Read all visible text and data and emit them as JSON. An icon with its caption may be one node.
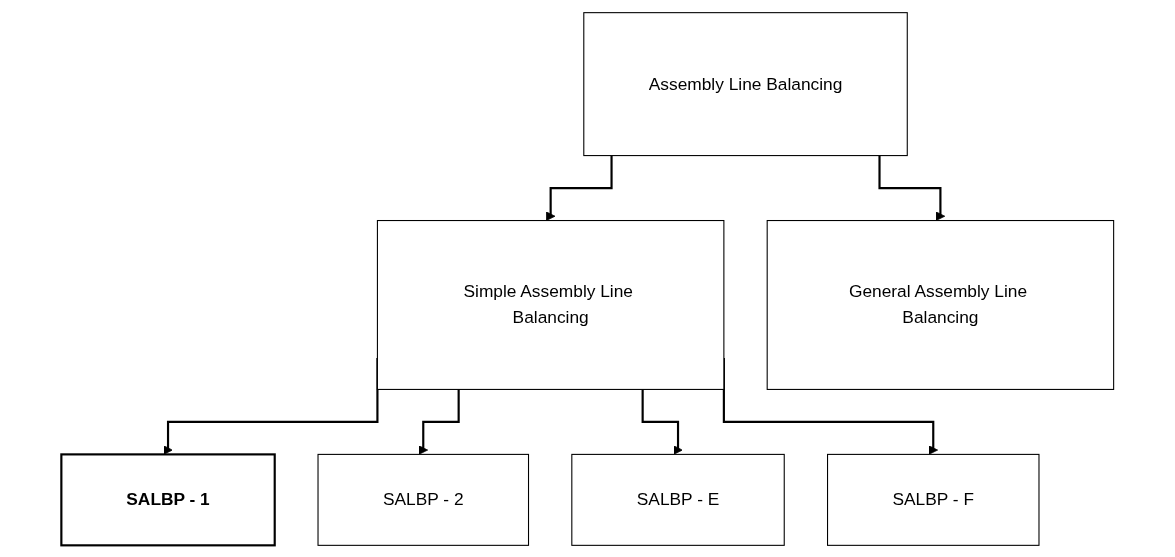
{
  "diagram": {
    "nodes": [
      {
        "text": [
          "Assembly Line Balancing"
        ]
      },
      {
        "text": [
          "Simple Assembly Line Balancing"
        ]
      },
      {
        "text": [
          "General Assembly Line Balancing"
        ]
      },
      {
        "text": [
          "SALBP - 1"
        ]
      },
      {
        "text": [
          "SALBP - 2"
        ]
      },
      {
        "text": [
          "SALBP - E"
        ]
      },
      {
        "text": [
          "SALBP - F"
        ]
      }
    ],
    "edges": [
      {
        "from": 0,
        "to": 1,
        "arrow": "to"
      },
      {
        "from": 0,
        "to": 2,
        "arrow": "to"
      },
      {
        "from": 1,
        "to": 3,
        "arrow": "to"
      },
      {
        "from": 1,
        "to": 4,
        "arrow": "to"
      },
      {
        "from": 1,
        "to": 5,
        "arrow": "to"
      },
      {
        "from": 1,
        "to": 6,
        "arrow": "to"
      }
    ]
  }
}
